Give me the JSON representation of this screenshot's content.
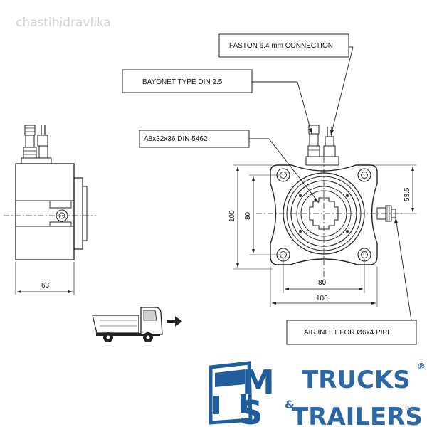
{
  "watermark": "chastihidravlika",
  "callouts": {
    "faston": "FASTON 6.4 mm CONNECTION",
    "bayonet": "BAYONET TYPE DIN 2.5",
    "spline": "A8x32x36 DIN 5462",
    "air_inlet": "AIR INLET FOR Ø6x4 PIPE"
  },
  "dimensions": {
    "side_width": "63",
    "outer_height": "100",
    "inner_height": "80",
    "half_height": "53.5",
    "inner_width": "80",
    "outer_width": "100"
  },
  "logo": {
    "m": "M",
    "s": "S",
    "trucks": "TRUCKS",
    "amp": "&",
    "trailers": "TRAILERS",
    "reg": "®",
    "small_tag": "bet"
  },
  "colors": {
    "brand_blue": "#2a68a8",
    "line": "#222222",
    "watermark": "#d2d2d2"
  }
}
